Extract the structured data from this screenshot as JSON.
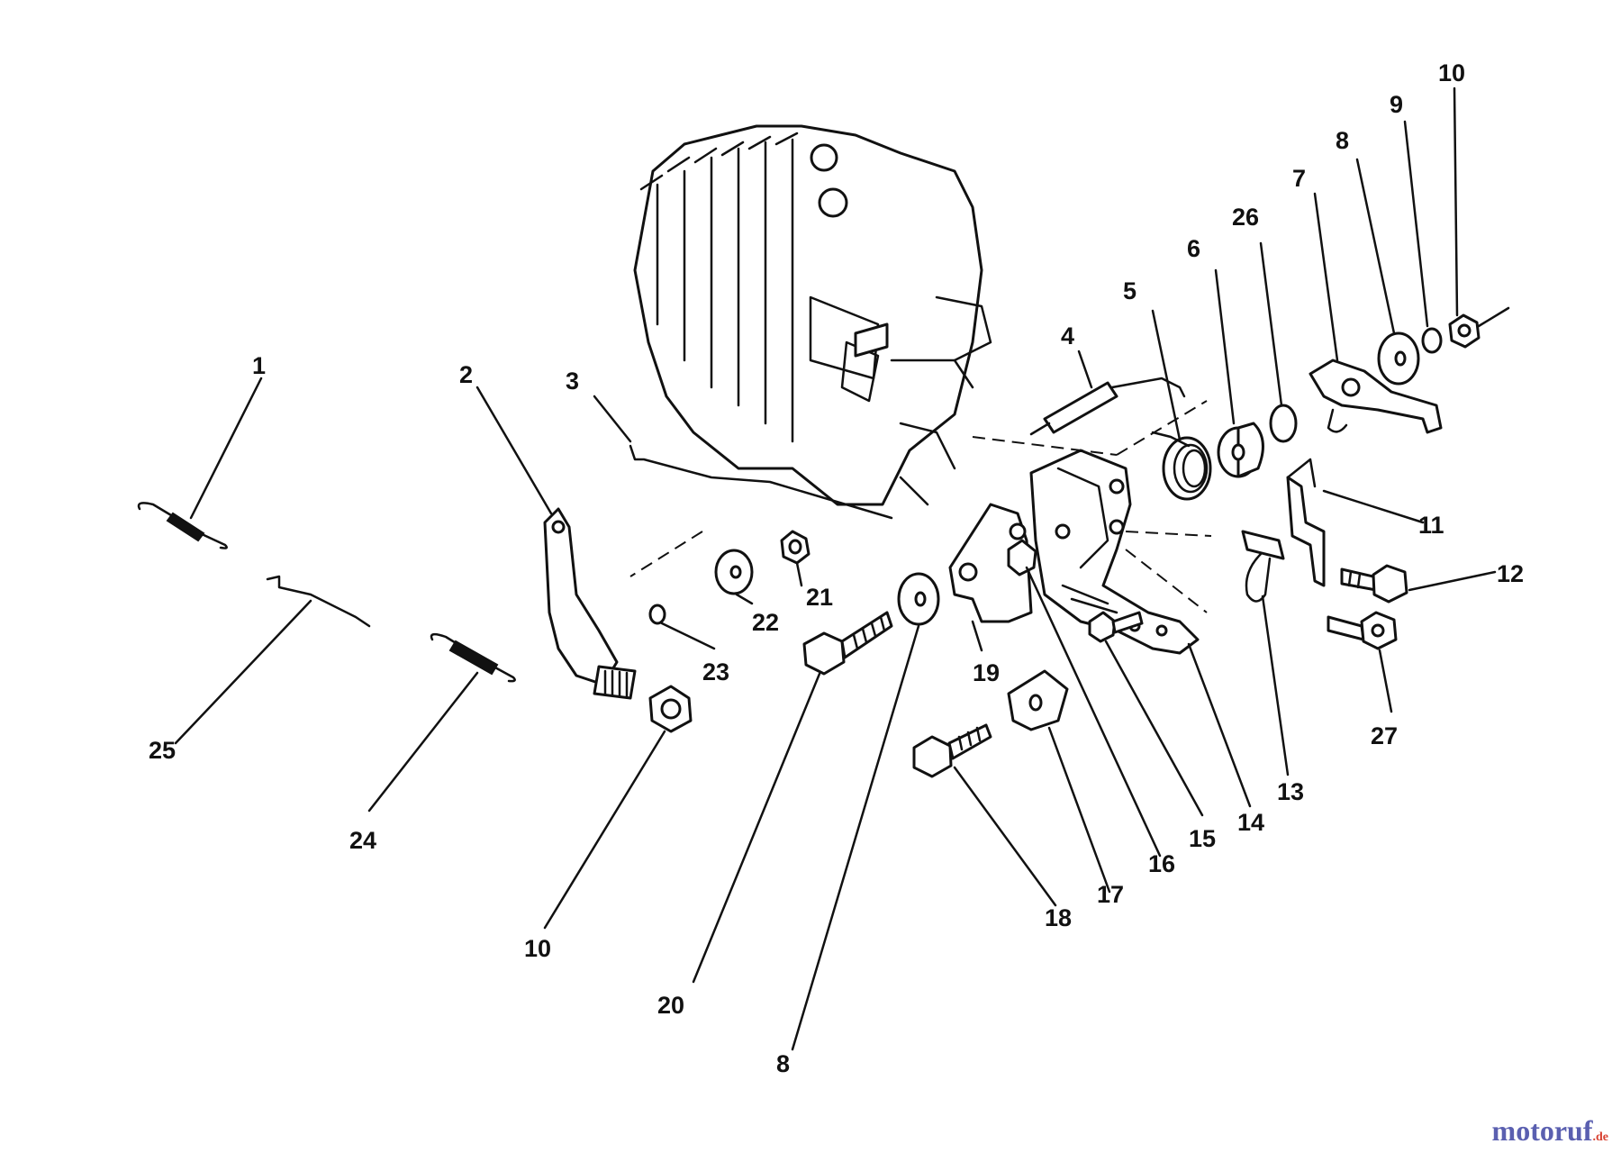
{
  "callouts": {
    "c1": "1",
    "c2": "2",
    "c3": "3",
    "c4": "4",
    "c5": "5",
    "c6": "6",
    "c7": "7",
    "c8a": "8",
    "c8b": "8",
    "c9": "9",
    "c10a": "10",
    "c10b": "10",
    "c11": "11",
    "c12": "12",
    "c13": "13",
    "c14": "14",
    "c15": "15",
    "c16": "16",
    "c17": "17",
    "c18": "18",
    "c19": "19",
    "c20": "20",
    "c21": "21",
    "c22": "22",
    "c23": "23",
    "c24": "24",
    "c25": "25",
    "c26": "26",
    "c27": "27"
  },
  "watermark": {
    "brand": "motoruf",
    "suffix": ".de"
  },
  "colors": {
    "line": "#111111",
    "background": "#ffffff",
    "watermark": "#5a5fb0"
  }
}
